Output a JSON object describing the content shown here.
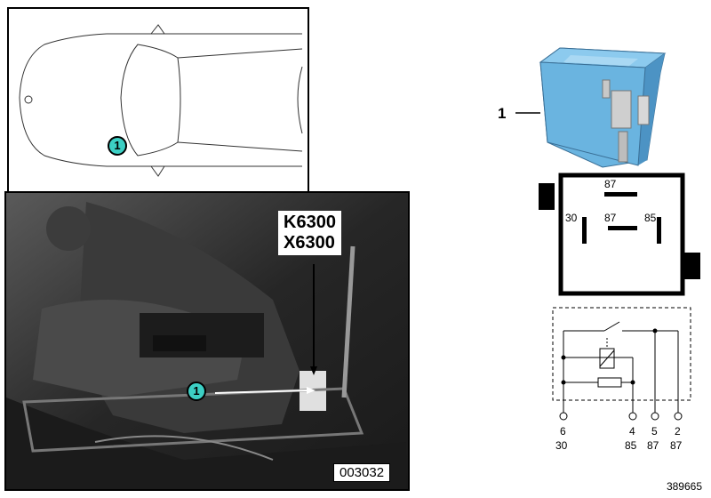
{
  "car_view": {
    "callout_number": "1"
  },
  "photo": {
    "component_labels": [
      "K6300",
      "X6300"
    ],
    "callout_number": "1",
    "image_code": "003032"
  },
  "relay": {
    "part_number": "1",
    "face_pins": {
      "top": "87",
      "left": "30",
      "center": "87",
      "right": "85"
    }
  },
  "schematic": {
    "pins": [
      {
        "number": "6",
        "terminal": "30"
      },
      {
        "number": "4",
        "terminal": "85"
      },
      {
        "number": "5",
        "terminal": "87"
      },
      {
        "number": "2",
        "terminal": "87"
      }
    ]
  },
  "image_id": "389665",
  "colors": {
    "callout": "#3ccfc4",
    "relay_body": "#6ab4e0"
  }
}
